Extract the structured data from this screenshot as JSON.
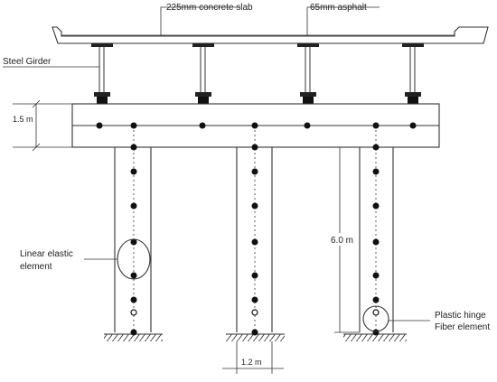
{
  "labels": {
    "slab": "225mm concrete slab",
    "asphalt": "65mm asphalt",
    "girder": "Steel Girder",
    "cap_depth": "1.5 m",
    "linear_line1": "Linear elastic",
    "linear_line2": "element",
    "column_height": "6.0 m",
    "hinge_line1": "Plastic hinge",
    "hinge_line2": "Fiber element",
    "column_width": "1.2 m"
  },
  "colors": {
    "line": "#333333",
    "node": "#111111",
    "background": "#ffffff"
  },
  "structure": {
    "girder_count": 4,
    "column_count": 3,
    "nodes_per_column": 8,
    "plastic_hinge_columns": "all"
  }
}
